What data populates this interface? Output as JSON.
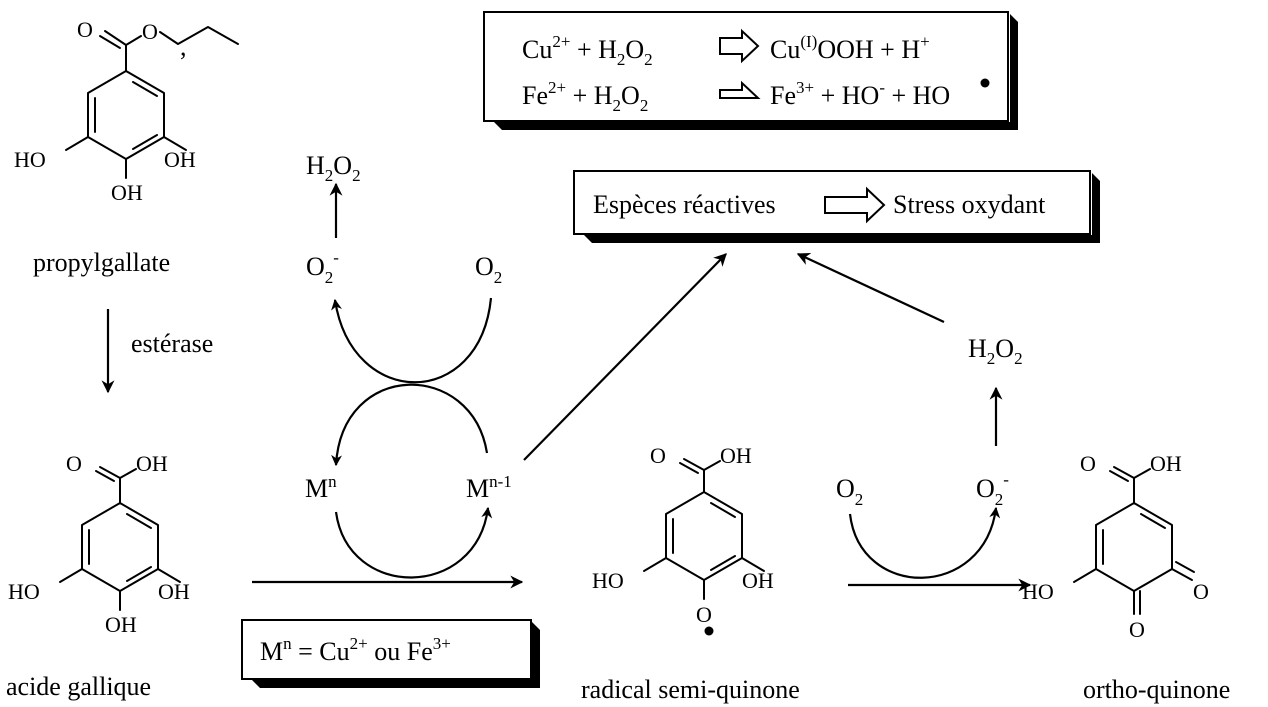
{
  "compounds": {
    "propylgallate": {
      "name": "propylgallate",
      "o_carbonyl": "O",
      "o_ester": "O",
      "ho_left": "HO",
      "oh_right": "OH",
      "oh_bottom": "OH"
    },
    "gallic_acid": {
      "name": "acide gallique",
      "o": "O",
      "oh_acid": "OH",
      "ho_left": "HO",
      "oh_right": "OH",
      "oh_bottom": "OH"
    },
    "semiquinone": {
      "name": "radical semi-quinone",
      "o": "O",
      "oh_acid": "OH",
      "ho_left": "HO",
      "oh_right": "OH",
      "o_radical": "O"
    },
    "orthoquinone": {
      "name": "ortho-quinone",
      "o": "O",
      "oh_acid": "OH",
      "ho_left": "HO",
      "o_right": "O",
      "o_bottom": "O"
    }
  },
  "enzyme_label": "estérase",
  "species": {
    "h2o2_top": {
      "base": "H",
      "sub1": "2",
      "mid": "O",
      "sub2": "2"
    },
    "o2_minus_left": {
      "base": "O",
      "sub": "2",
      "sup": "-"
    },
    "o2_left": {
      "base": "O",
      "sub": "2"
    },
    "mn": {
      "base": "M",
      "sup": "n"
    },
    "mn1": {
      "base": "M",
      "sup": "n-1"
    },
    "o2_right": {
      "base": "O",
      "sub": "2"
    },
    "o2_minus_right": {
      "base": "O",
      "sub": "2",
      "sup": "-"
    },
    "h2o2_right": {
      "base": "H",
      "sub1": "2",
      "mid": "O",
      "sub2": "2"
    }
  },
  "reaction_box": {
    "line1": {
      "reactant": "Cu",
      "reactant_sup": "2+",
      "plus": " + H",
      "h2o2_sub1": "2",
      "o": "O",
      "h2o2_sub2": "2",
      "product": "Cu",
      "product_sup": "(I)",
      "product_rest": "OOH + H",
      "h_sup": "+"
    },
    "line2": {
      "reactant": "Fe",
      "reactant_sup": "2+",
      "plus": " + H",
      "h2o2_sub1": "2",
      "o": "O",
      "h2o2_sub2": "2",
      "product": "Fe",
      "product_sup": "3+",
      "product_rest": " + HO",
      "ho_sup": "-",
      "product_end": " + HO"
    }
  },
  "stress_box": {
    "left": "Espèces réactives",
    "right": "Stress oxydant"
  },
  "metal_box": {
    "m": "M",
    "m_sup": "n",
    "eq": " = Cu",
    "cu_sup": "2+",
    "ou": " ou Fe",
    "fe_sup": "3+"
  }
}
